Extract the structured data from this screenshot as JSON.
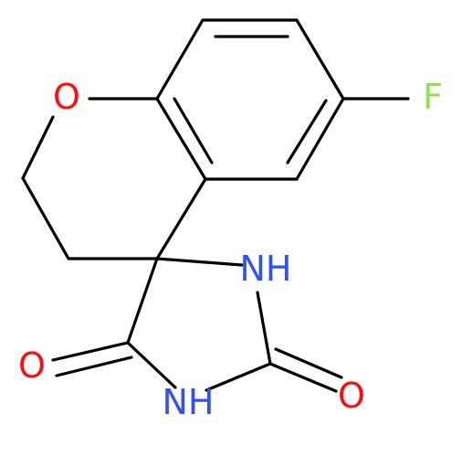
{
  "molecule": {
    "labels": {
      "ring_oxygen": "O",
      "fluorine": "F",
      "amine_nh_top": "NH",
      "imide_nh_bottom": "NH",
      "carbonyl_oxygen_left": "O",
      "carbonyl_oxygen_right": "O"
    }
  },
  "colors": {
    "oxygen": "#ff0d0d",
    "nitrogen": "#3050f8",
    "fluorine": "#90e050",
    "carbon_bond": "#000000"
  }
}
